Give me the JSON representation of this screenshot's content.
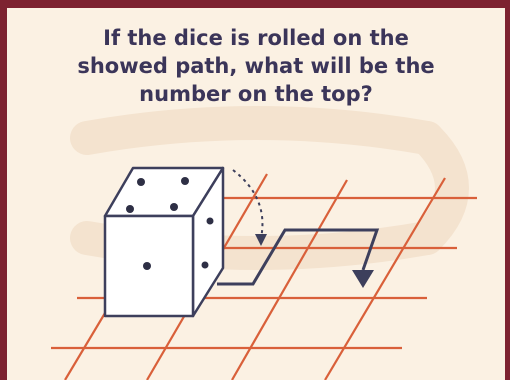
{
  "question": {
    "line1": "If the dice is rolled on the",
    "line2": "showed path, what will be the",
    "line3": "number on the top?"
  },
  "colors": {
    "frame": "#7d2230",
    "background": "#fbf1e3",
    "grid": "#d9603a",
    "path": "#3d3f5c",
    "text": "#3b3559",
    "die": "#ffffff"
  },
  "die": {
    "top_face_pips": 4,
    "front_face_pips": 1,
    "side_face_pips": 2
  }
}
